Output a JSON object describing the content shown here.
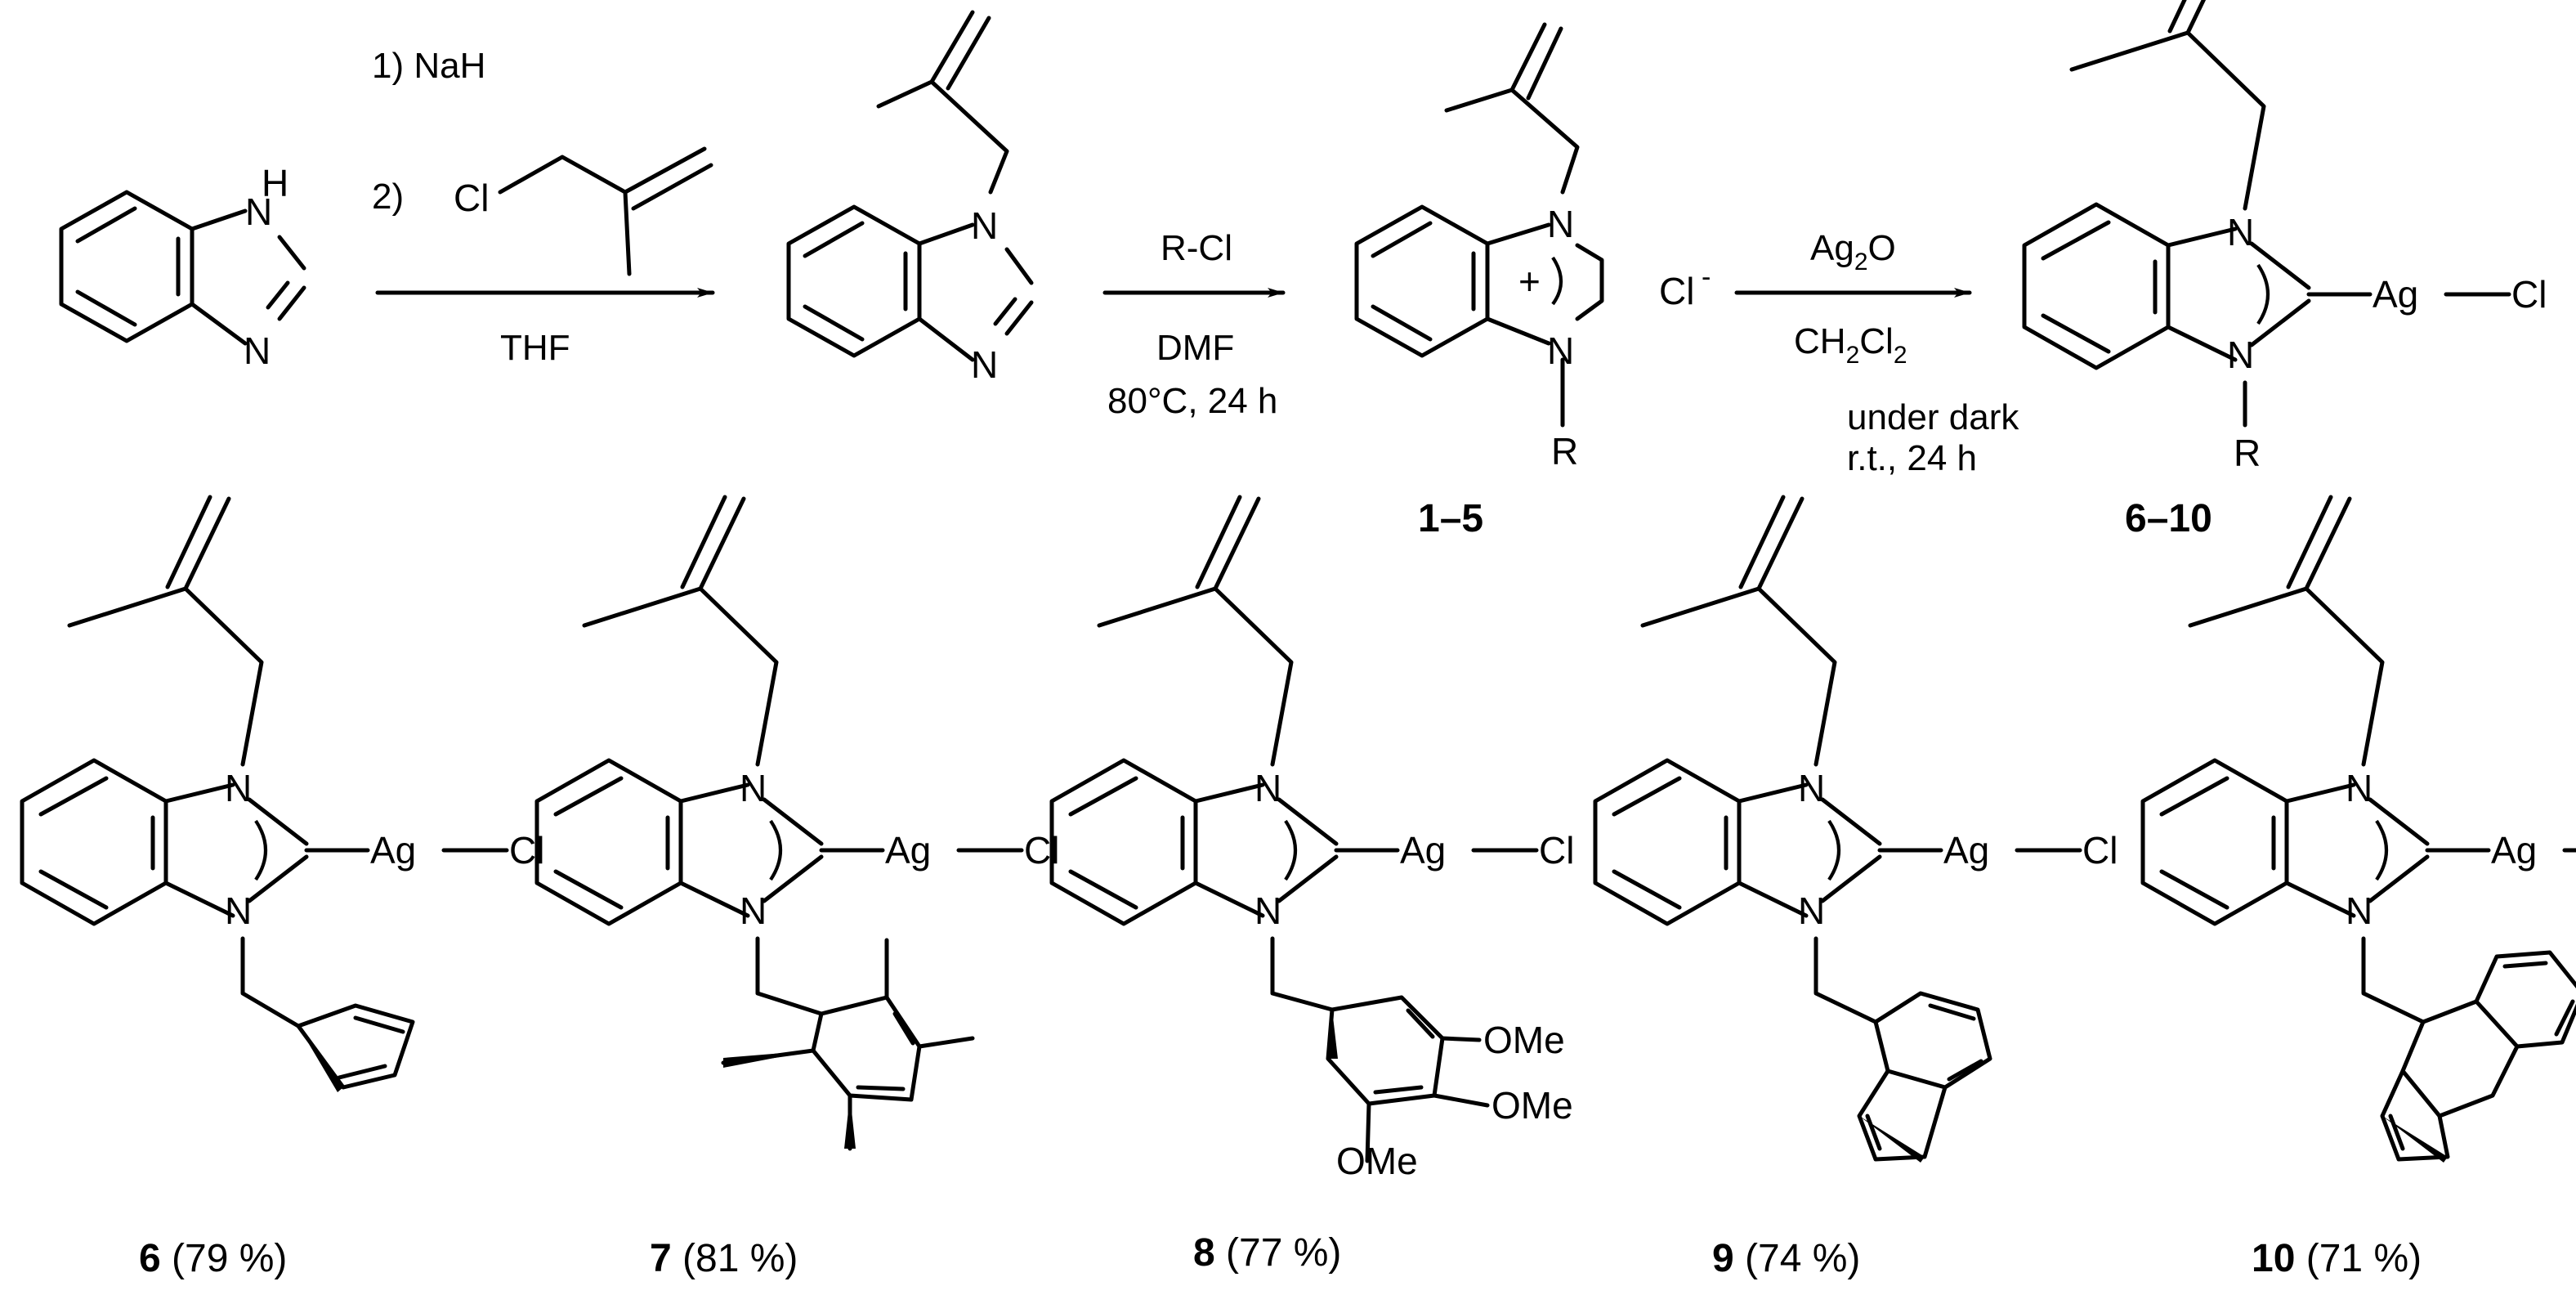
{
  "reagents": {
    "step1_line1": "1) NaH",
    "step1_line2": "2)",
    "step1_solvent": "THF",
    "step2_reagent": "R-Cl",
    "step2_solvent": "DMF",
    "step2_conditions": "80°C, 24 h",
    "step3_reagent_base": "Ag",
    "step3_reagent_sub": "2",
    "step3_reagent_end": "O",
    "step3_solvent_a": "CH",
    "step3_solvent_sub1": "2",
    "step3_solvent_b": "Cl",
    "step3_solvent_sub2": "2",
    "step3_cond1": "under dark",
    "step3_cond2": "r.t., 24 h"
  },
  "atoms": {
    "N": "N",
    "H": "H",
    "Cl": "Cl",
    "Ag": "Ag",
    "R": "R",
    "plus": "+",
    "counterion": "Cl",
    "counterion_charge": "-",
    "OMe": "OMe"
  },
  "compound_groups": {
    "salts": "1–5",
    "complexes": "6–10"
  },
  "compounds": [
    {
      "id": "6",
      "yield": " (79 %)"
    },
    {
      "id": "7",
      "yield": " (81 %)"
    },
    {
      "id": "8",
      "yield": " (77 %)"
    },
    {
      "id": "9",
      "yield": " (74 %)"
    },
    {
      "id": "10",
      "yield": " (71 %)"
    }
  ]
}
